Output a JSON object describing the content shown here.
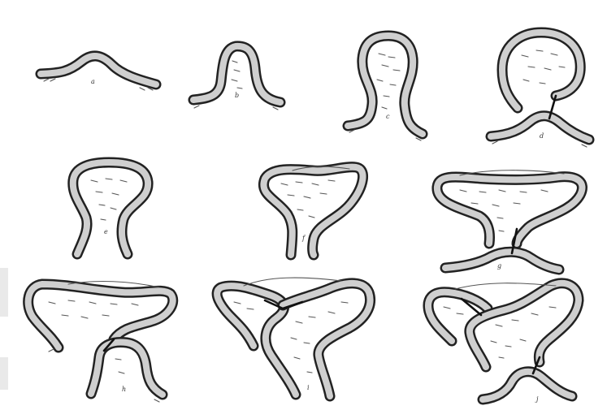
{
  "figure": {
    "panels": [
      {
        "id": "a",
        "label": "a"
      },
      {
        "id": "b",
        "label": "b"
      },
      {
        "id": "c",
        "label": "c"
      },
      {
        "id": "d",
        "label": "d"
      },
      {
        "id": "e",
        "label": "e"
      },
      {
        "id": "f",
        "label": "f"
      },
      {
        "id": "g",
        "label": "g"
      },
      {
        "id": "h",
        "label": "h"
      },
      {
        "id": "i",
        "label": "i"
      },
      {
        "id": "j",
        "label": "j"
      }
    ]
  }
}
